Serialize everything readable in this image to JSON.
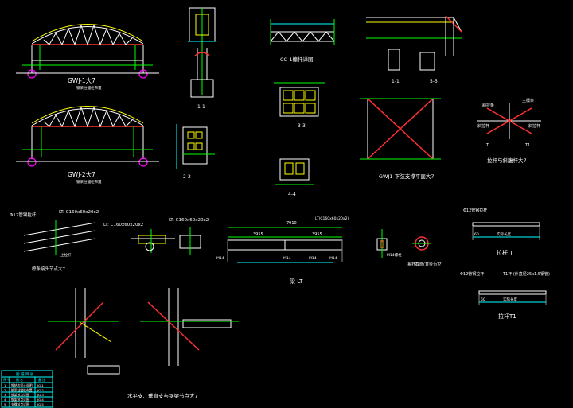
{
  "drawing": {
    "titles": {
      "gwj1": "GWJ-1大7",
      "gwj1_sub": "钢梁柱锚栓布置",
      "gwj2": "GWJ-2大7",
      "gwj2_sub": "钢梁柱锚栓布置",
      "cc1": "CC-1檩托详图",
      "s3": "3-3",
      "s5": "5-5",
      "s1": "1-1",
      "s2": "2-2",
      "s4": "4-4",
      "brace_plan": "GWJ1-下弦支撑平面大7",
      "tie_detail": "拉杆与斜腹杆大7",
      "purlin_joint": "檩条接头节点大7",
      "lt_beam": "梁 LT",
      "tie_t": "拉杆 T",
      "tie_t1": "拉杆T1",
      "horiz_brace": "水平支、垂直支与钢梁节点大7",
      "col_section": "系杆截面(直径为??)"
    },
    "labels": {
      "pipe_a": "Φ12管钢拉杆",
      "lt1": "LT: C160x60x20x2",
      "lt2": "LT: C160x60x20x2",
      "lt3": "LT: C160x60x20x2",
      "top_purlin": "上拉杆",
      "spacing": "Φ12管钢拉杆",
      "t_pipe": "Φ12管钢拉杆",
      "t1_pipe": "Φ12管钢拉杆",
      "t1_spec": "T1杆 (外直径25x1.5钢管)",
      "oblique": "斜拉条",
      "main": "主檩条",
      "side_a": "斜拉杆",
      "side_b": "斜拉杆",
      "tag_t": "T",
      "tag_t1": "T1",
      "dim_total": "7910",
      "dim_a": "3955",
      "dim_b": "3955",
      "lt_top": "LT(C160x60x20x2)",
      "m14a": "M14",
      "m14b": "M14",
      "m14c": "M14",
      "m14d": "M14",
      "nut": "M14螺栓",
      "sixty": "60",
      "real": "实际长度",
      "sixty_b": "60",
      "real_b": "实际长度"
    },
    "legend": {
      "header": "图 纸 目 录",
      "cols": [
        "序 号",
        "图 名",
        "备 注"
      ],
      "rows": [
        [
          "1",
          "钢结构设计说明",
          "JG-1"
        ],
        [
          "2",
          "钢梁柱锚栓布置",
          "JG-2"
        ],
        [
          "3",
          "钢架节点详图",
          "JG-3"
        ],
        [
          "4",
          "钢架节点详图",
          "JG-4"
        ],
        [
          "5",
          "支撑节点详图",
          "JG-5"
        ]
      ]
    }
  }
}
